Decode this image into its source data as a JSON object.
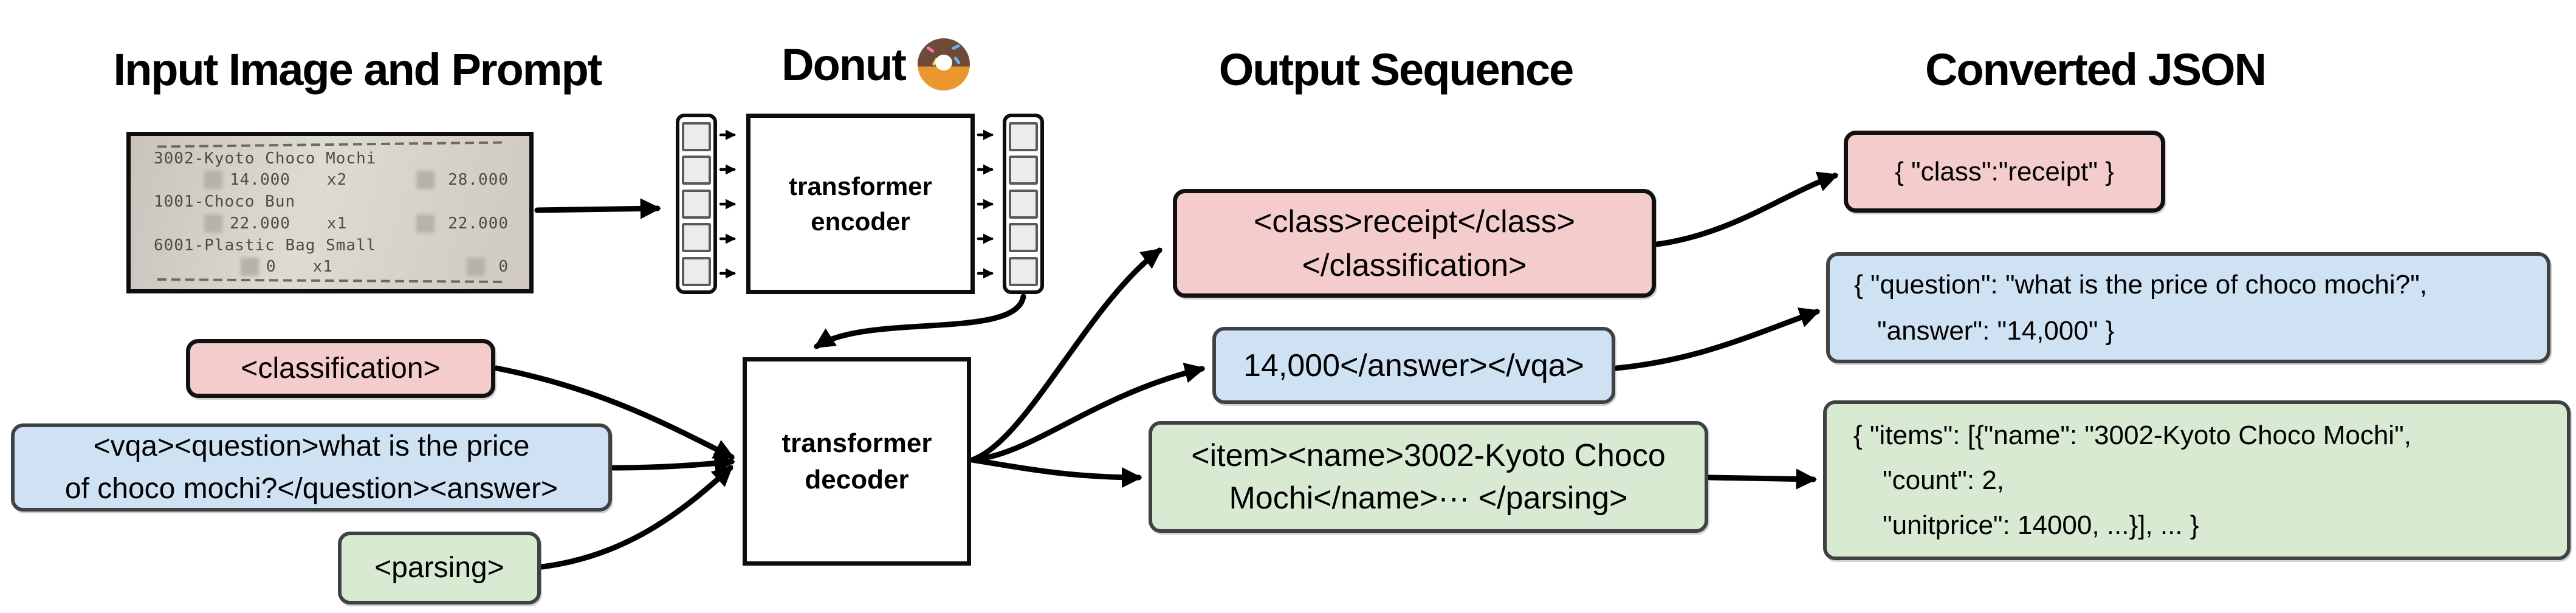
{
  "titles": {
    "input": "Input Image and Prompt",
    "model": "Donut",
    "output": "Output Sequence",
    "json": "Converted JSON"
  },
  "icons": {
    "model_icon": "donut-icon"
  },
  "receipt": {
    "items": [
      {
        "name": "3002-Kyoto Choco Mochi",
        "unit": "14.000",
        "qty": "x2",
        "total": "28.000"
      },
      {
        "name": "1001-Choco Bun",
        "unit": "22.000",
        "qty": "x1",
        "total": "22.000"
      },
      {
        "name": "6001-Plastic Bag Small",
        "unit": "0",
        "qty": "x1",
        "total": "0"
      }
    ]
  },
  "model": {
    "encoder": {
      "line1": "transformer",
      "line2": "encoder"
    },
    "decoder": {
      "line1": "transformer",
      "line2": "decoder"
    }
  },
  "prompts": {
    "classification": {
      "text": "<classification>"
    },
    "vqa": {
      "line1": "<vqa><question>what is the price",
      "line2": "of choco mochi?</question><answer>"
    },
    "parsing": {
      "text": "<parsing>"
    }
  },
  "outputs": {
    "classification": {
      "line1": "<class>receipt</class>",
      "line2": "</classification>"
    },
    "vqa": {
      "line1": "14,000</answer></vqa>"
    },
    "parsing": {
      "line1": "<item><name>3002-Kyoto Choco",
      "line2": "Mochi</name>··· </parsing>"
    }
  },
  "converted": {
    "classification": {
      "line1": "{ \"class\":\"receipt\" }"
    },
    "vqa": {
      "line1": "{ \"question\": \"what is the price of choco mochi?\",",
      "line2": "\"answer\": \"14,000\" }"
    },
    "parsing": {
      "line1": "{ \"items\": [{\"name\": \"3002-Kyoto Choco Mochi\",",
      "line2": "\"count\": 2,",
      "line3": "\"unitprice\": 14000, ...}], ... }"
    }
  },
  "colors": {
    "pink_fill": "#f4cccc",
    "blue_fill": "#cfe2f3",
    "green_fill": "#d9ead3",
    "border_dark": "#3f4245",
    "border_black": "#111111",
    "arrow": "#000000"
  }
}
